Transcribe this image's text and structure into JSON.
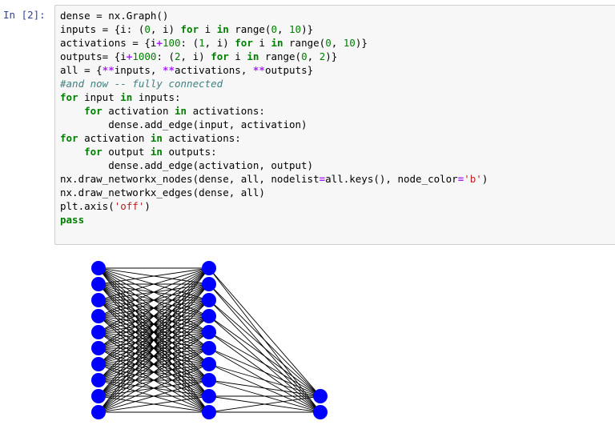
{
  "cell": {
    "prompt": "In [2]:",
    "code_lines": [
      [
        {
          "t": "dense = nx.Graph()"
        }
      ],
      [
        {
          "t": "inputs = {i: ("
        },
        {
          "t": "0",
          "c": "num"
        },
        {
          "t": ", i) "
        },
        {
          "t": "for",
          "c": "kw"
        },
        {
          "t": " i "
        },
        {
          "t": "in",
          "c": "kw"
        },
        {
          "t": " range("
        },
        {
          "t": "0",
          "c": "num"
        },
        {
          "t": ", "
        },
        {
          "t": "10",
          "c": "num"
        },
        {
          "t": ")}"
        }
      ],
      [
        {
          "t": "activations = {i"
        },
        {
          "t": "+",
          "c": "op"
        },
        {
          "t": "100",
          "c": "num"
        },
        {
          "t": ": ("
        },
        {
          "t": "1",
          "c": "num"
        },
        {
          "t": ", i) "
        },
        {
          "t": "for",
          "c": "kw"
        },
        {
          "t": " i "
        },
        {
          "t": "in",
          "c": "kw"
        },
        {
          "t": " range("
        },
        {
          "t": "0",
          "c": "num"
        },
        {
          "t": ", "
        },
        {
          "t": "10",
          "c": "num"
        },
        {
          "t": ")}"
        }
      ],
      [
        {
          "t": "outputs= {i"
        },
        {
          "t": "+",
          "c": "op"
        },
        {
          "t": "1000",
          "c": "num"
        },
        {
          "t": ": ("
        },
        {
          "t": "2",
          "c": "num"
        },
        {
          "t": ", i) "
        },
        {
          "t": "for",
          "c": "kw"
        },
        {
          "t": " i "
        },
        {
          "t": "in",
          "c": "kw"
        },
        {
          "t": " range("
        },
        {
          "t": "0",
          "c": "num"
        },
        {
          "t": ", "
        },
        {
          "t": "2",
          "c": "num"
        },
        {
          "t": ")}"
        }
      ],
      [
        {
          "t": "all = {"
        },
        {
          "t": "**",
          "c": "op"
        },
        {
          "t": "inputs, "
        },
        {
          "t": "**",
          "c": "op"
        },
        {
          "t": "activations, "
        },
        {
          "t": "**",
          "c": "op"
        },
        {
          "t": "outputs}"
        }
      ],
      [
        {
          "t": "#and now -- fully connected",
          "c": "cm"
        }
      ],
      [
        {
          "t": "for",
          "c": "kw"
        },
        {
          "t": " input "
        },
        {
          "t": "in",
          "c": "kw"
        },
        {
          "t": " inputs:"
        }
      ],
      [
        {
          "t": "    "
        },
        {
          "t": "for",
          "c": "kw"
        },
        {
          "t": " activation "
        },
        {
          "t": "in",
          "c": "kw"
        },
        {
          "t": " activations:"
        }
      ],
      [
        {
          "t": "        dense.add_edge(input, activation)"
        }
      ],
      [
        {
          "t": "for",
          "c": "kw"
        },
        {
          "t": " activation "
        },
        {
          "t": "in",
          "c": "kw"
        },
        {
          "t": " activations:"
        }
      ],
      [
        {
          "t": "    "
        },
        {
          "t": "for",
          "c": "kw"
        },
        {
          "t": " output "
        },
        {
          "t": "in",
          "c": "kw"
        },
        {
          "t": " outputs:"
        }
      ],
      [
        {
          "t": "        dense.add_edge(activation, output)"
        }
      ],
      [
        {
          "t": "nx.draw_networkx_nodes(dense, all, nodelist"
        },
        {
          "t": "=",
          "c": "op"
        },
        {
          "t": "all.keys(), node_color"
        },
        {
          "t": "=",
          "c": "op"
        },
        {
          "t": "'b'",
          "c": "str"
        },
        {
          "t": ")"
        }
      ],
      [
        {
          "t": "nx.draw_networkx_edges(dense, all)"
        }
      ],
      [
        {
          "t": "plt.axis("
        },
        {
          "t": "'off'",
          "c": "str"
        },
        {
          "t": ")"
        }
      ],
      [
        {
          "t": "pass",
          "c": "kw"
        }
      ]
    ]
  },
  "colors": {
    "node": "#0000ff",
    "edge": "#000000",
    "keyword": "#008000",
    "number": "#008000",
    "operator": "#aa22ff",
    "string": "#ba2121",
    "comment": "#408080",
    "prompt": "#303f9f"
  },
  "output_graph": {
    "layers": [
      {
        "x": 0,
        "count": 10
      },
      {
        "x": 1,
        "count": 10
      },
      {
        "x": 2,
        "count": 2
      }
    ],
    "edges": "fully-connected between consecutive layers",
    "axis": "off"
  }
}
